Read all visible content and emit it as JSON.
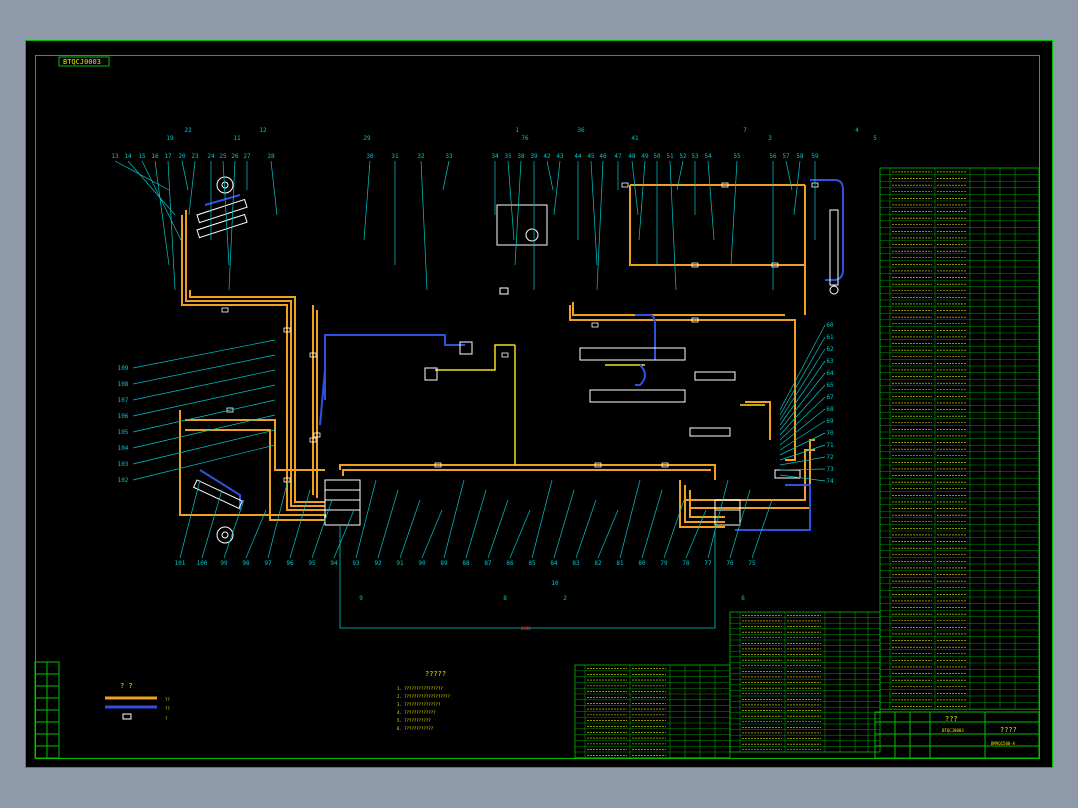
{
  "title_block": {
    "drawing_code": "BTQCJ0003",
    "sheet_code": "BM9Q1500-A",
    "drawing_name": "????",
    "name_cell": "???",
    "red_mark": "0000"
  },
  "legend": {
    "heading": "? ?",
    "row_labels": [
      "??",
      "??",
      "?"
    ]
  },
  "notes": {
    "heading": "?????",
    "lines": [
      "1. ????????????????",
      "2. ???????????????????",
      "3. ???????????????",
      "4. ?????????????",
      "5. ???????????",
      "6. ????????????"
    ]
  },
  "callouts_top": [
    "13",
    "14",
    "15",
    "16",
    "17",
    "20",
    "23",
    "24",
    "25",
    "26",
    "27",
    "28",
    "30",
    "31",
    "32",
    "33",
    "34",
    "35",
    "38",
    "39",
    "42",
    "43",
    "44",
    "45",
    "46",
    "47",
    "48",
    "49",
    "50",
    "51",
    "52",
    "53",
    "54",
    "55",
    "56",
    "57",
    "58",
    "59"
  ],
  "callouts_top_upper": [
    "19",
    "22",
    "11",
    "12",
    "29",
    "1",
    "76",
    "36",
    "41",
    "7",
    "3",
    "4",
    "5"
  ],
  "callouts_right": [
    "60",
    "61",
    "62",
    "63",
    "64",
    "65",
    "67",
    "68",
    "69",
    "70",
    "71",
    "72",
    "73",
    "74"
  ],
  "callouts_bottom": [
    "101",
    "100",
    "99",
    "98",
    "97",
    "96",
    "95",
    "94",
    "93",
    "92",
    "91",
    "90",
    "89",
    "88",
    "87",
    "86",
    "85",
    "84",
    "83",
    "82",
    "81",
    "80",
    "79",
    "78",
    "77",
    "76",
    "75"
  ],
  "callouts_left": [
    "109",
    "108",
    "107",
    "106",
    "105",
    "104",
    "103",
    "102"
  ],
  "callouts_misc": [
    "9",
    "8",
    "6",
    "10",
    "2"
  ],
  "colors": {
    "sheet_bg": "#000000",
    "frame": "#00c000",
    "table_line": "#00c000",
    "text": "#e6e600",
    "callout": "#00c8c8",
    "oil_line": "#f0a020",
    "return_line": "#3050e0",
    "component": "#ffffff",
    "yellow_pipe": "#f0e020",
    "red": "#ff3030",
    "paper": "#8e9aaa"
  }
}
